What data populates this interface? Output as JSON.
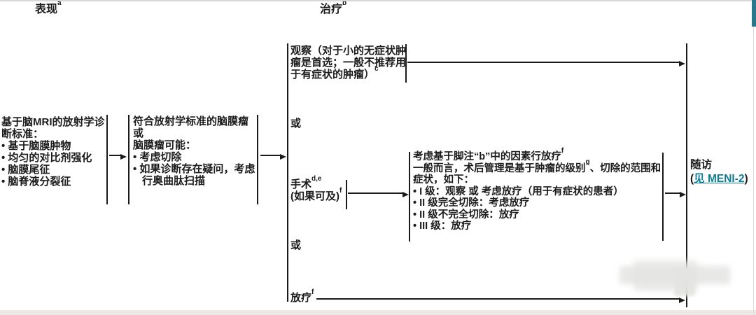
{
  "headers": {
    "presentation": {
      "text": "表现",
      "sup": "a"
    },
    "treatment": {
      "text": "治疗",
      "sup": "b"
    }
  },
  "criteria_box": {
    "title": "基于脑MRI的放射学诊断标准：",
    "bullets": [
      "• 基于脑膜肿物",
      "• 均匀的对比剂强化",
      "• 脑膜尾征",
      "• 脑脊液分裂征"
    ]
  },
  "diagnosis_box": {
    "line1": "符合放射学标准的脑膜瘤",
    "line2": "或",
    "line3": "脑膜瘤可能：",
    "bullets": [
      "• 考虑切除",
      "• 如果诊断存在疑问，考虑行奥曲肽扫描"
    ]
  },
  "options": {
    "observe": {
      "text": "观察（对于小的无症状肿瘤是首选；一般不推荐用于有症状的肿瘤）",
      "sup": "c"
    },
    "or1": "或",
    "surgery": {
      "text": "手术",
      "sup": "d,e",
      "text2": "(如果可及)",
      "sup2": "f"
    },
    "or2": "或",
    "radiotherapy": {
      "text": "放疗",
      "sup": "f"
    }
  },
  "postop_box": {
    "line1": {
      "text": "考虑基于脚注“b”中的因素行放疗",
      "sup": "f"
    },
    "line2": {
      "pre": "一般而言，术后管理是基于肿瘤的级别",
      "sup": "g",
      "post": "、切除的范围和症状，如下："
    },
    "bullets": [
      "• I 级：观察 或 考虑放疗（用于有症状的患者）",
      "• II 级完全切除：考虑放疗",
      "• II 级不完全切除：放疗",
      "• III 级：放疗"
    ]
  },
  "followup": {
    "title": "随访",
    "open": "(",
    "link": "见 MENI-2",
    "close": ")"
  }
}
